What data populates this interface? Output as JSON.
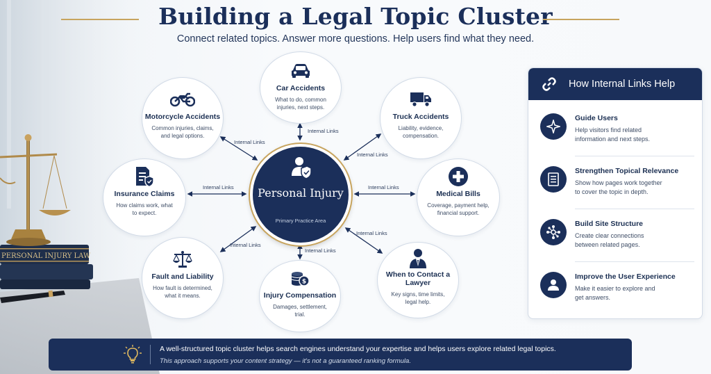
{
  "title": "Building a Legal Topic Cluster",
  "subtitle": "Connect related topics. Answer more questions. Help users find what they need.",
  "hub": {
    "title": "Personal Injury",
    "subtitle": "Primary Practice Area"
  },
  "link_label": "Internal Links",
  "nodes": {
    "car": {
      "title": "Car Accidents",
      "desc": "What to do, common injuries, next steps.",
      "icon": "car-icon"
    },
    "motorcycle": {
      "title": "Motorcycle Accidents",
      "desc": "Common injuries, claims, and legal options.",
      "icon": "motorcycle-icon"
    },
    "truck": {
      "title": "Truck Accidents",
      "desc": "Liability, evidence, compensation.",
      "icon": "truck-icon"
    },
    "insurance": {
      "title": "Insurance Claims",
      "desc": "How claims work, what to expect.",
      "icon": "document-shield-icon"
    },
    "medical": {
      "title": "Medical Bills",
      "desc": "Coverage, payment help, financial support.",
      "icon": "medical-cross-icon"
    },
    "fault": {
      "title": "Fault and Liability",
      "desc": "How fault is determined, what it means.",
      "icon": "scales-icon"
    },
    "compensation": {
      "title": "Injury Compensation",
      "desc": "Damages, settlement, trial.",
      "icon": "coins-icon"
    },
    "lawyer": {
      "title": "When to Contact a Lawyer",
      "desc": "Key signs, time limits, legal help.",
      "icon": "lawyer-icon"
    }
  },
  "panel": {
    "title": "How Internal Links Help",
    "items": [
      {
        "title": "Guide Users",
        "desc": "Help visitors find related information and next steps.",
        "icon": "compass-icon"
      },
      {
        "title": "Strengthen Topical Relevance",
        "desc": "Show how pages work together to cover the topic in depth.",
        "icon": "document-icon"
      },
      {
        "title": "Build Site Structure",
        "desc": "Create clear connections between related pages.",
        "icon": "network-icon"
      },
      {
        "title": "Improve the User Experience",
        "desc": "Make it easier to explore and get answers.",
        "icon": "user-icon"
      }
    ]
  },
  "banner": {
    "main": "A well-structured topic cluster helps search engines understand your expertise and helps users explore related legal topics.",
    "note": "This approach supports your content strategy — it's not a guaranteed ranking formula."
  },
  "backdrop": {
    "book_spine": "PERSONAL INJURY LAW"
  },
  "colors": {
    "navy": "#1b2f5a",
    "gold": "#c7a45e",
    "text": "#1b2f52"
  }
}
